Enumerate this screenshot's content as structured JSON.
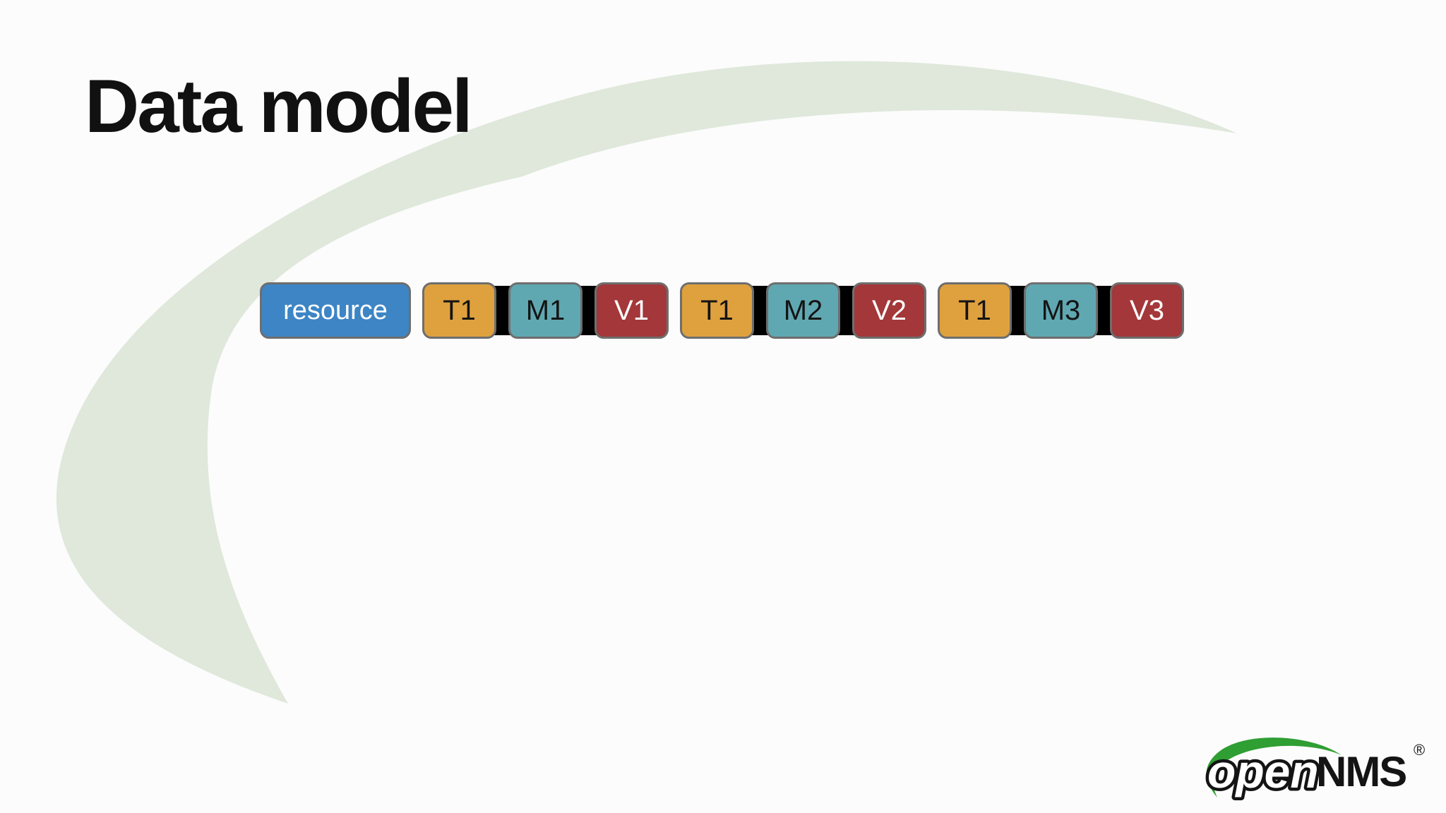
{
  "slide": {
    "title": "Data model",
    "background_color": "#fcfcfc",
    "swoosh_color": "#dfe8db"
  },
  "palette": {
    "resource": {
      "fill": "#3d85c5",
      "text": "#ffffff"
    },
    "timestamp": {
      "fill": "#dfa13e",
      "text": "#141414"
    },
    "metric": {
      "fill": "#5fa8b2",
      "text": "#141414"
    },
    "value": {
      "fill": "#a33739",
      "text": "#ffffff"
    },
    "border": "#6e6e6e",
    "connector": "#000000"
  },
  "diagram": {
    "resource": {
      "label": "resource",
      "role": "resource"
    },
    "groups": [
      [
        {
          "label": "T1",
          "role": "timestamp"
        },
        {
          "label": "M1",
          "role": "metric"
        },
        {
          "label": "V1",
          "role": "value"
        }
      ],
      [
        {
          "label": "T1",
          "role": "timestamp"
        },
        {
          "label": "M2",
          "role": "metric"
        },
        {
          "label": "V2",
          "role": "value"
        }
      ],
      [
        {
          "label": "T1",
          "role": "timestamp"
        },
        {
          "label": "M3",
          "role": "metric"
        },
        {
          "label": "V3",
          "role": "value"
        }
      ]
    ]
  },
  "logo": {
    "word_open": "open",
    "word_nms": "NMS",
    "registered_mark": "®",
    "green": "#2f9e33",
    "text_dark": "#141414"
  }
}
